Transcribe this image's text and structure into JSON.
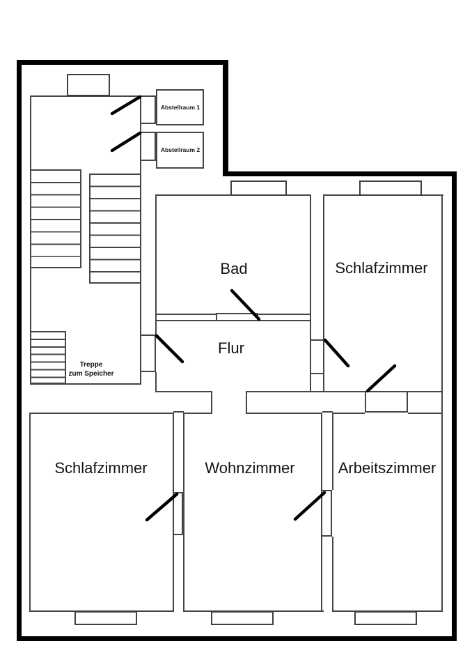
{
  "plan_type": "floor-plan",
  "labels": {
    "bad": "Bad",
    "flur": "Flur",
    "schlafzimmer_top": "Schlafzimmer",
    "schlafzimmer_bottom": "Schlafzimmer",
    "wohnzimmer": "Wohnzimmer",
    "arbeitszimmer": "Arbeitszimmer",
    "abstellraum_1": "Abstellraum 1",
    "abstellraum_2": "Abstellraum 2",
    "treppe_line1": "Treppe",
    "treppe_line2": "zum Speicher"
  },
  "rooms": [
    {
      "name": "Bad"
    },
    {
      "name": "Flur"
    },
    {
      "name": "Schlafzimmer"
    },
    {
      "name": "Schlafzimmer"
    },
    {
      "name": "Wohnzimmer"
    },
    {
      "name": "Arbeitszimmer"
    },
    {
      "name": "Abstellraum 1"
    },
    {
      "name": "Abstellraum 2"
    },
    {
      "name": "Treppe zum Speicher"
    }
  ],
  "colors": {
    "background": "#ffffff",
    "outer_wall": "#000000",
    "inner_wall": "#454545",
    "door_leaf": "#000000",
    "text": "#141414"
  }
}
